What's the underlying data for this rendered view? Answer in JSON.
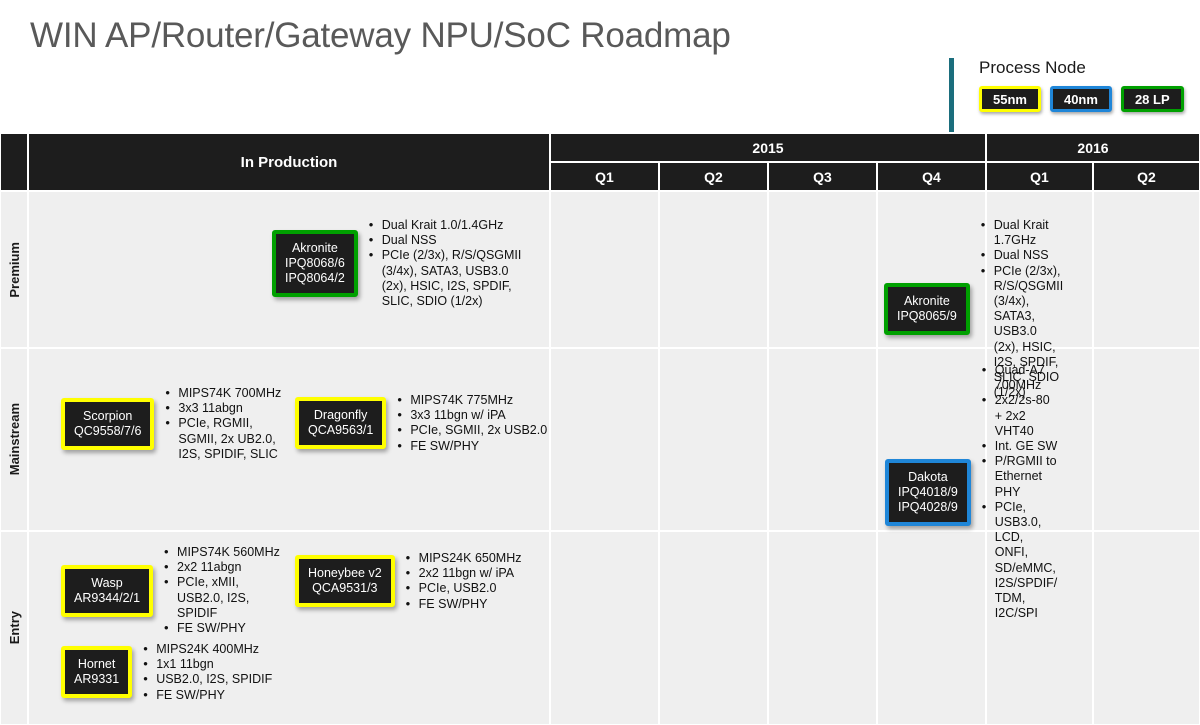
{
  "title": "WIN AP/Router/Gateway NPU/SoC Roadmap",
  "legend": {
    "title": "Process Node",
    "chips": [
      {
        "label": "55nm",
        "color": "#ffff00"
      },
      {
        "label": "40nm",
        "color": "#1f86d8"
      },
      {
        "label": "28 LP",
        "color": "#00a000"
      }
    ]
  },
  "table": {
    "headers": {
      "in_production": "In Production",
      "year_2015": "2015",
      "year_2016": "2016",
      "q1_2015": "Q1",
      "q2_2015": "Q2",
      "q3_2015": "Q3",
      "q4_2015": "Q4",
      "q1_2016": "Q1",
      "q2_2016": "Q2"
    },
    "rows": [
      {
        "label": "Premium",
        "in_production": [
          {
            "name": "Akronite",
            "parts": [
              "IPQ8068/6",
              "IPQ8064/2"
            ],
            "node": "28 LP",
            "border": "#00a000",
            "specs": [
              "Dual Krait 1.0/1.4GHz",
              "Dual NSS",
              "PCIe (2/3x), R/S/QSGMII",
              "(3/4x), SATA3, USB3.0",
              "(2x), HSIC, I2S, SPDIF,",
              "SLIC, SDIO (1/2x)"
            ],
            "bullet_count": 3
          }
        ],
        "q4_2015": [
          {
            "name": "Akronite",
            "parts": [
              "IPQ8065/9"
            ],
            "node": "28 LP",
            "border": "#00a000",
            "specs": [
              "Dual Krait 1.7GHz",
              "Dual NSS",
              "PCIe (2/3x), R/S/QSGMII",
              "(3/4x), SATA3, USB3.0",
              "(2x), HSIC, I2S, SPDIF,",
              "SLIC, SDIO (1/2x)"
            ],
            "bullet_count": 3
          }
        ]
      },
      {
        "label": "Mainstream",
        "in_production": [
          {
            "name": "Scorpion",
            "parts": [
              "QC9558/7/6"
            ],
            "node": "55nm",
            "border": "#ffff00",
            "specs": [
              "MIPS74K 700MHz",
              "3x3 11abgn",
              "PCIe, RGMII,",
              "SGMII, 2x UB2.0,",
              "I2S, SPIDIF, SLIC"
            ],
            "bullet_count": 3
          },
          {
            "name": "Dragonfly",
            "parts": [
              "QCA9563/1"
            ],
            "node": "55nm",
            "border": "#ffff00",
            "specs": [
              "MIPS74K 775MHz",
              "3x3 11bgn w/ iPA",
              "PCIe, SGMII, 2x USB2.0",
              "FE SW/PHY"
            ],
            "bullet_count": 4
          }
        ],
        "q4_2015": [
          {
            "name": "Dakota",
            "parts": [
              "IPQ4018/9",
              "IPQ4028/9"
            ],
            "node": "40nm",
            "border": "#1f86d8",
            "specs": [
              "Quad-A7 700MHz",
              "2x2/2s-80 + 2x2 VHT40",
              "Int. GE SW",
              "P/RGMII to Ethernet PHY",
              "PCIe, USB3.0, LCD, ONFI,",
              "SD/eMMC, I2S/SPDIF/",
              "TDM, I2C/SPI"
            ],
            "bullet_count": 5
          }
        ]
      },
      {
        "label": "Entry",
        "in_production": [
          {
            "name": "Wasp",
            "parts": [
              "AR9344/2/1"
            ],
            "node": "55nm",
            "border": "#ffff00",
            "specs": [
              "MIPS74K 560MHz",
              "2x2 11abgn",
              "PCIe, xMII,",
              "USB2.0, I2S,",
              "SPIDIF",
              "FE SW/PHY"
            ],
            "bullet_count": 3
          },
          {
            "name": "Honeybee v2",
            "parts": [
              "QCA9531/3"
            ],
            "node": "55nm",
            "border": "#ffff00",
            "specs": [
              "MIPS24K 650MHz",
              "2x2 11bgn w/ iPA",
              "PCIe, USB2.0",
              "FE SW/PHY"
            ],
            "bullet_count": 4
          },
          {
            "name": "Hornet",
            "parts": [
              "AR9331"
            ],
            "node": "55nm",
            "border": "#ffff00",
            "specs": [
              "MIPS24K 400MHz",
              "1x1 11bgn",
              "USB2.0, I2S, SPIDIF",
              "FE SW/PHY"
            ],
            "bullet_count": 4
          }
        ]
      }
    ]
  }
}
